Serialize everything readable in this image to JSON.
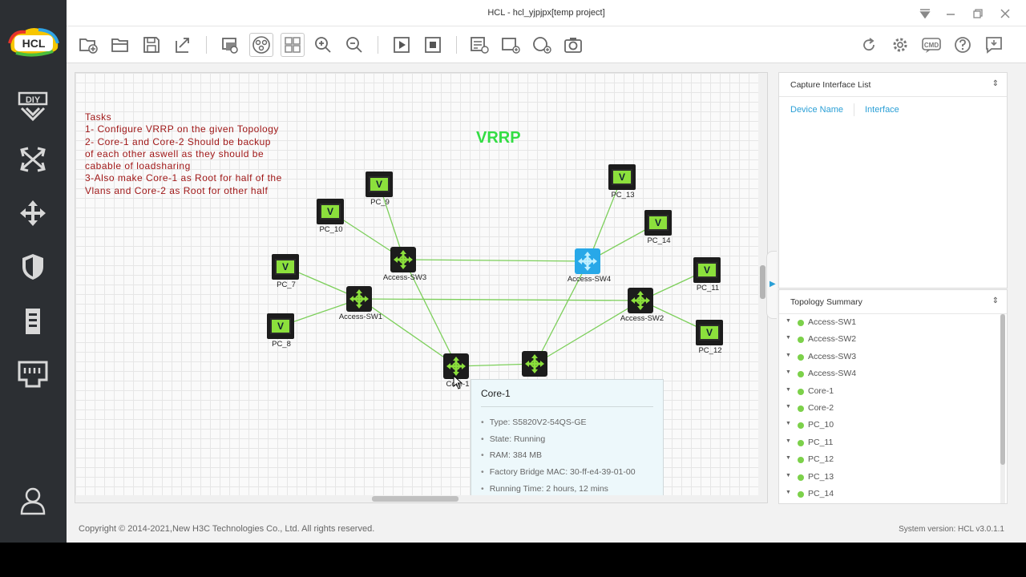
{
  "window": {
    "title": "HCL - hcl_yjpjpx[temp project]"
  },
  "sidebar": {
    "logo_text": "HCL",
    "items": [
      {
        "name": "diy-icon",
        "label": "DIY"
      },
      {
        "name": "shuffle-icon"
      },
      {
        "name": "move-arrows-icon"
      },
      {
        "name": "shield-icon"
      },
      {
        "name": "server-icon"
      },
      {
        "name": "network-port-icon"
      },
      {
        "name": "user-icon"
      }
    ]
  },
  "toolbar": {
    "icons": [
      "new-project-icon",
      "open-folder-icon",
      "save-icon",
      "export-icon",
      "screenshot-icon",
      "topology-icon",
      "grid-icon",
      "zoom-in-icon",
      "zoom-out-icon",
      "play-icon",
      "stop-icon",
      "list-add-icon",
      "rect-add-icon",
      "circle-add-icon",
      "camera-icon",
      "refresh-icon",
      "settings-icon",
      "cmd-icon",
      "help-icon",
      "feedback-icon"
    ],
    "cmd_label": "CMD"
  },
  "canvas": {
    "tasks": [
      "Tasks",
      "1- Configure VRRP on the given Topology",
      "2- Core-1 and Core-2 Should be backup",
      "of each other aswell as they should be",
      "cabable of loadsharing",
      "3-Also make Core-1 as Root for half of the",
      "Vlans and Core-2 as Root for other half"
    ],
    "heading": "VRRP",
    "pc_glyph": "V",
    "nodes": {
      "pc9": "PC_9",
      "pc10": "PC_10",
      "pc7": "PC_7",
      "pc8": "PC_8",
      "pc13": "PC_13",
      "pc14": "PC_14",
      "pc11": "PC_11",
      "pc12": "PC_12",
      "sw3": "Access-SW3",
      "sw1": "Access-SW1",
      "sw4": "Access-SW4",
      "sw2": "Access-SW2",
      "core1": "Core-1",
      "core2": ""
    },
    "link_color": "#7ccf5a"
  },
  "tooltip": {
    "title": "Core-1",
    "items": [
      "Type: S5820V2-54QS-GE",
      "State: Running",
      "RAM: 384 MB",
      "Factory Bridge MAC: 30-ff-e4-39-01-00",
      "Running Time: 2 hours, 12 mins"
    ]
  },
  "capture_panel": {
    "title": "Capture Interface List",
    "col_device": "Device Name",
    "col_interface": "Interface"
  },
  "topology_summary": {
    "title": "Topology Summary",
    "items": [
      "Access-SW1",
      "Access-SW2",
      "Access-SW3",
      "Access-SW4",
      "Core-1",
      "Core-2",
      "PC_10",
      "PC_11",
      "PC_12",
      "PC_13",
      "PC_14"
    ]
  },
  "footer": {
    "copyright": "Copyright © 2014-2021,New H3C Technologies Co., Ltd. All rights reserved.",
    "version": "System version: HCL v3.0.1.1"
  },
  "colors": {
    "accent": "#2a9fd6",
    "status_running": "#7cd14a",
    "task_text": "#a01818",
    "heading": "#33dd44"
  }
}
